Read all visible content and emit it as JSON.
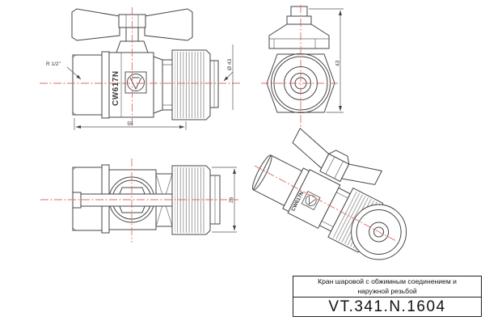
{
  "drawing": {
    "title_block": {
      "name_line1": "Кран шаровой с обжимным соединением и",
      "name_line2": "наружной резьбой",
      "article": "VT.341.N.1604"
    },
    "views": {
      "side": {
        "thread_label": "R 1/2\"",
        "length_dim": "55",
        "nut_diameter_dim": "Ø 43",
        "body_marking": "CW617N"
      },
      "end": {
        "height_dim": "43"
      },
      "top": {
        "width_dim": "26"
      },
      "iso": {
        "body_marking": "CW617N"
      }
    },
    "colors": {
      "line": "#454545",
      "centerline": "#e06a6a",
      "background": "#ffffff",
      "title_text": "#111111"
    }
  }
}
